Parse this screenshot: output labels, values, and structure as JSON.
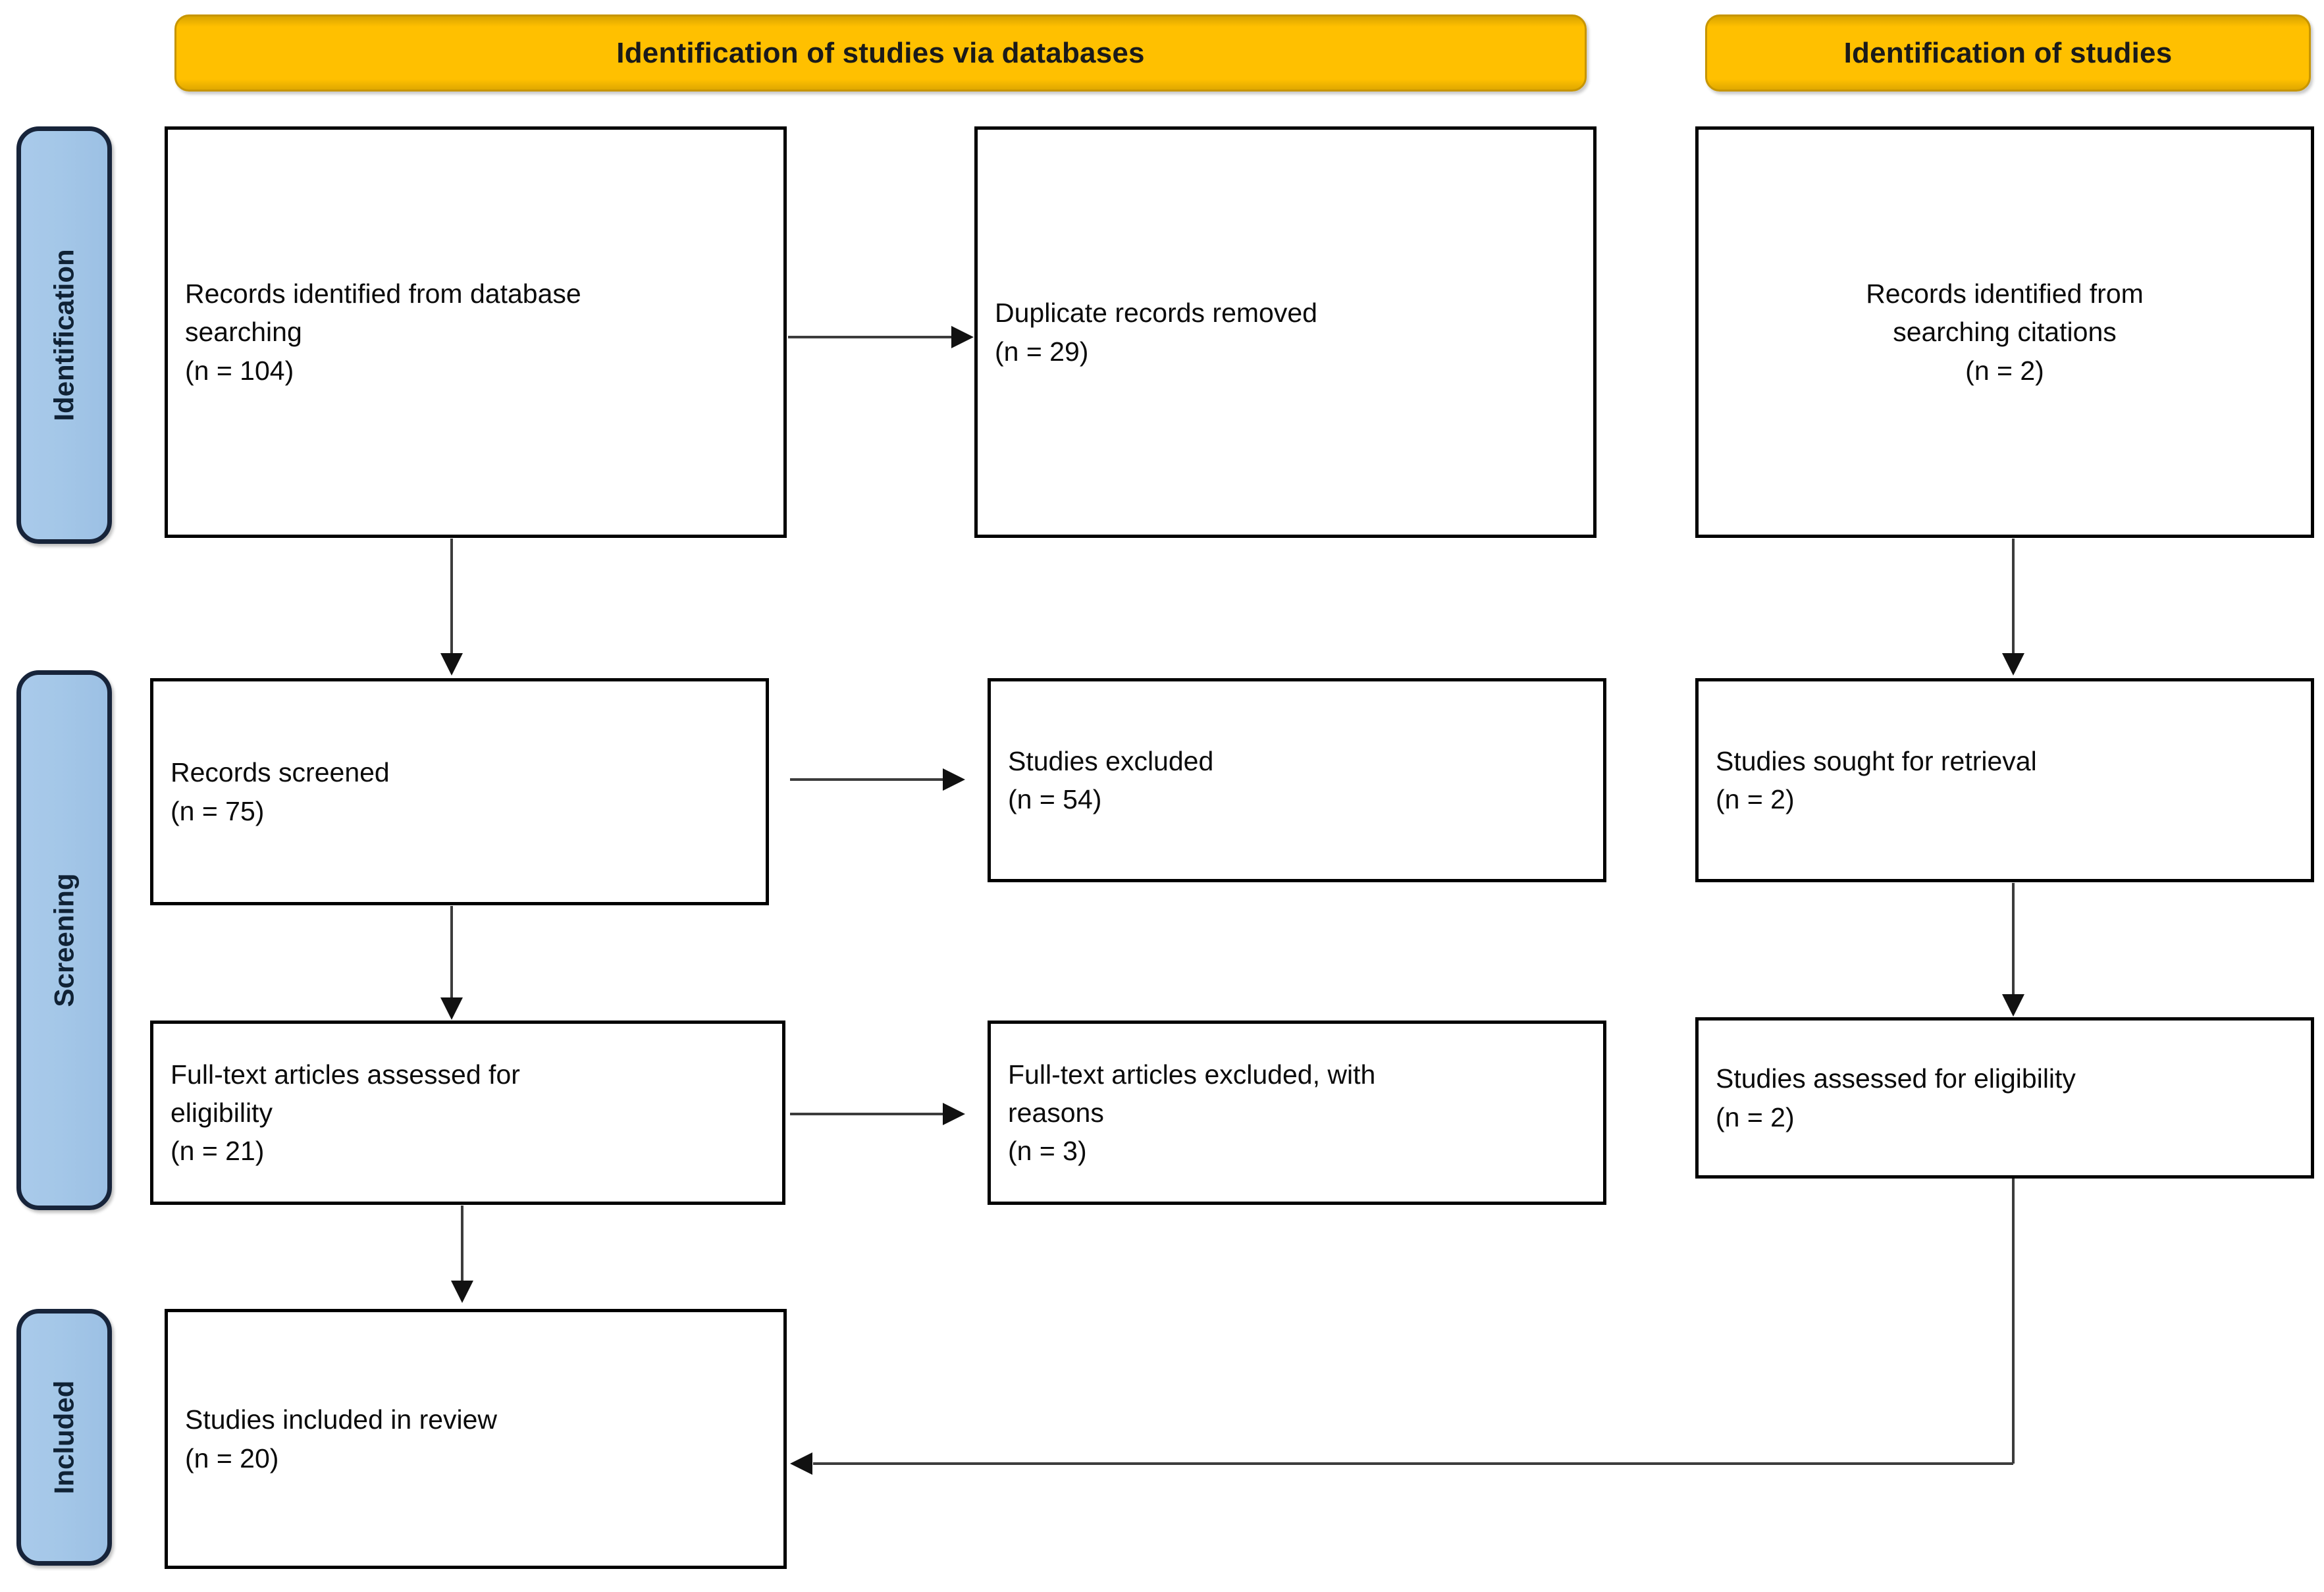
{
  "diagram": {
    "title": "PRISMA flow diagram",
    "colors": {
      "banner_fill": "#FFC000",
      "banner_border": "#C79500",
      "phase_fill": "#9DC3E6",
      "phase_border": "#17243A",
      "node_border": "#000000",
      "node_fill": "#FFFFFF",
      "connector": "#3C3C3C",
      "page_background": "#FFFFFF"
    }
  },
  "banners": [
    {
      "id": "banner-databases",
      "label": "Identification of studies via databases"
    },
    {
      "id": "banner-citations",
      "label": "Identification of studies"
    }
  ],
  "phases": [
    {
      "id": "phase-identification",
      "label": "Identification"
    },
    {
      "id": "phase-screening",
      "label": "Screening"
    },
    {
      "id": "phase-included",
      "label": "Included"
    }
  ],
  "nodes": {
    "records_identified_database": {
      "line1": "Records identified from database",
      "line2": "searching",
      "line3": "(n = 104)",
      "count": 104,
      "text": "Records identified from database\nsearching\n(n = 104)"
    },
    "duplicate_records_removed": {
      "line1": "Duplicate records removed",
      "line2": "(n = 29)",
      "count": 29,
      "text": "Duplicate records removed\n(n = 29)"
    },
    "records_identified_citations": {
      "line1": "Records identified from",
      "line2": "searching citations",
      "line3": "(n = 2)",
      "count": 2,
      "text": "Records identified from\nsearching citations\n(n = 2)"
    },
    "records_screened": {
      "line1": "Records screened",
      "line2": "(n = 75)",
      "count": 75,
      "text": "Records screened\n(n = 75)"
    },
    "studies_excluded": {
      "line1": "Studies excluded",
      "line2": "(n = 54)",
      "count": 54,
      "text": "Studies excluded\n(n = 54)"
    },
    "studies_sought_retrieval": {
      "line1": "Studies sought for retrieval",
      "line2": "(n = 2)",
      "count": 2,
      "text": "Studies sought for retrieval\n(n = 2)"
    },
    "fulltext_assessed": {
      "line1": "Full-text articles assessed for",
      "line2": "eligibility",
      "line3": "(n = 21)",
      "count": 21,
      "text": "Full-text articles assessed for\neligibility\n(n = 21)"
    },
    "fulltext_excluded": {
      "line1": "Full-text articles excluded, with",
      "line2": "reasons",
      "line3": "(n = 3)",
      "count": 3,
      "text": "Full-text articles excluded, with\nreasons\n(n = 3)"
    },
    "studies_assessed_eligibility": {
      "line1": "Studies assessed for eligibility",
      "line2": "(n = 2)",
      "count": 2,
      "text": "Studies assessed for eligibility\n(n = 2)"
    },
    "studies_included_review": {
      "line1": "Studies included in review",
      "line2": "(n = 20)",
      "count": 20,
      "text": "Studies included in review\n(n = 20)"
    }
  },
  "connectors": [
    {
      "id": "db-to-duplicates",
      "from": "records_identified_database",
      "to": "duplicate_records_removed",
      "direction": "right"
    },
    {
      "id": "db-to-screened",
      "from": "records_identified_database",
      "to": "records_screened",
      "direction": "down"
    },
    {
      "id": "citations-to-sought",
      "from": "records_identified_citations",
      "to": "studies_sought_retrieval",
      "direction": "down"
    },
    {
      "id": "screened-to-excluded",
      "from": "records_screened",
      "to": "studies_excluded",
      "direction": "right"
    },
    {
      "id": "screened-to-fulltext",
      "from": "records_screened",
      "to": "fulltext_assessed",
      "direction": "down"
    },
    {
      "id": "sought-to-assessed",
      "from": "studies_sought_retrieval",
      "to": "studies_assessed_eligibility",
      "direction": "down"
    },
    {
      "id": "fulltext-to-excluded",
      "from": "fulltext_assessed",
      "to": "fulltext_excluded",
      "direction": "right"
    },
    {
      "id": "fulltext-to-included",
      "from": "fulltext_assessed",
      "to": "studies_included_review",
      "direction": "down"
    },
    {
      "id": "assessed-to-included",
      "from": "studies_assessed_eligibility",
      "to": "studies_included_review",
      "direction": "elbow-left"
    }
  ]
}
